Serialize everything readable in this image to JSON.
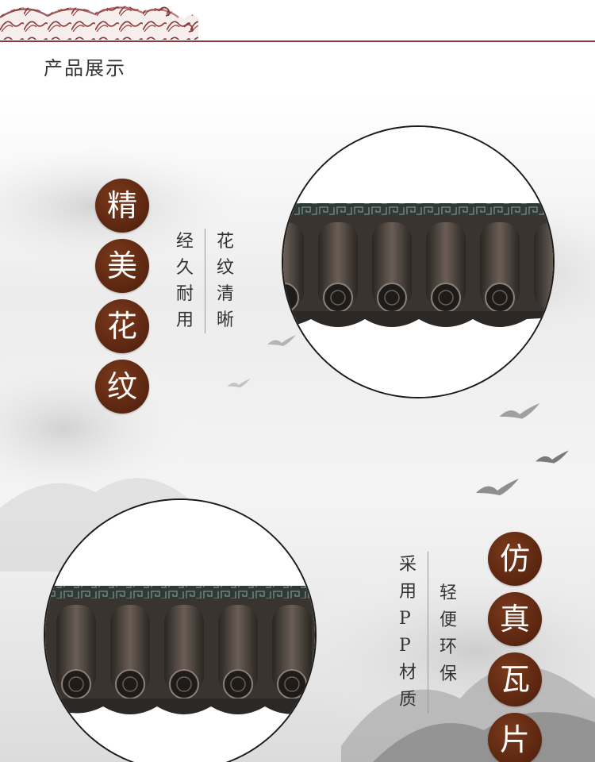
{
  "header": {
    "section_title": "产品展示"
  },
  "colors": {
    "brand_maroon": "#8a3a3a",
    "badge_brown": "#5a2510",
    "text_dark": "#333333",
    "tile_dark": "#3a3430",
    "tile_band": "#2f3a36"
  },
  "feature_top": {
    "badge_chars": [
      "精",
      "美",
      "花",
      "纹"
    ],
    "col_right": [
      "花",
      "纹",
      "清",
      "晰"
    ],
    "col_left": [
      "经",
      "久",
      "耐",
      "用"
    ]
  },
  "feature_bottom": {
    "badge_chars": [
      "仿",
      "真",
      "瓦",
      "片"
    ],
    "col_left": [
      "采",
      "用",
      "P",
      "P",
      "材",
      "质"
    ],
    "col_right": [
      "轻",
      "便",
      "环",
      "保"
    ]
  }
}
